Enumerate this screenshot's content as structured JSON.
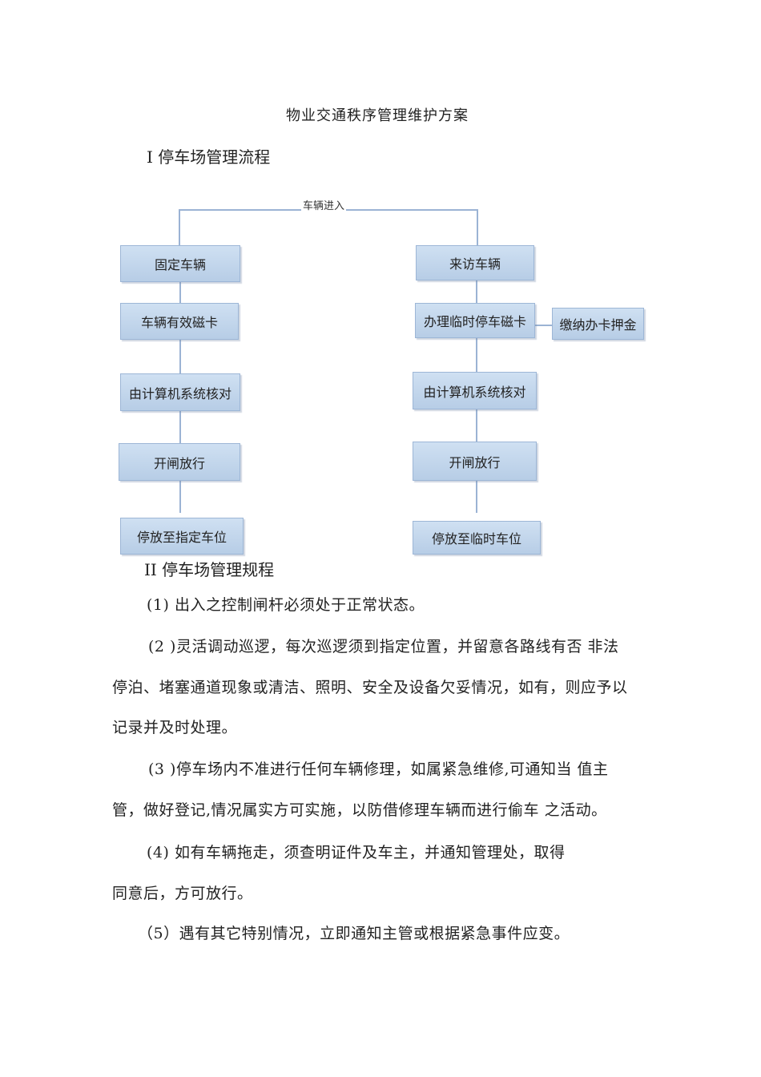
{
  "document": {
    "title": "物业交通秩序管理维护方案",
    "section1": "I 停车场管理流程",
    "section2": "II 停车场管理规程"
  },
  "flowchart": {
    "entry": "车辆进入",
    "left": [
      "固定车辆",
      "车辆有效磁卡",
      "由计算机系统核对",
      "开闸放行",
      "停放至指定车位"
    ],
    "right": [
      "来访车辆",
      "办理临时停车磁卡",
      "由计算机系统核对",
      "开闸放行",
      "停放至临时车位"
    ],
    "side": "缴纳办卡押金"
  },
  "rules": {
    "p1": "(1) 出入之控制闸杆必须处于正常状态。",
    "p2a": "(2 )灵活调动巡逻，每次巡逻须到指定位置，并留意各路线有否  非法",
    "p2b": "停泊、堵塞通道现象或清洁、照明、安全及设备欠妥情况，如有，则应予以",
    "p2c": "记录并及时处理。",
    "p3a": "(3 )停车场内不准进行任何车辆修理，如属紧急维修,可通知当  值主",
    "p3b": "管，做好登记,情况属实方可实施，以防借修理车辆而进行偷车  之活动。",
    "p4a": "(4) 如有车辆拖走，须查明证件及车主，并通知管理处，取得",
    "p4b": "同意后，方可放行。",
    "p5": "（5）遇有其它特别情况，立即通知主管或根据紧急事件应变。"
  }
}
